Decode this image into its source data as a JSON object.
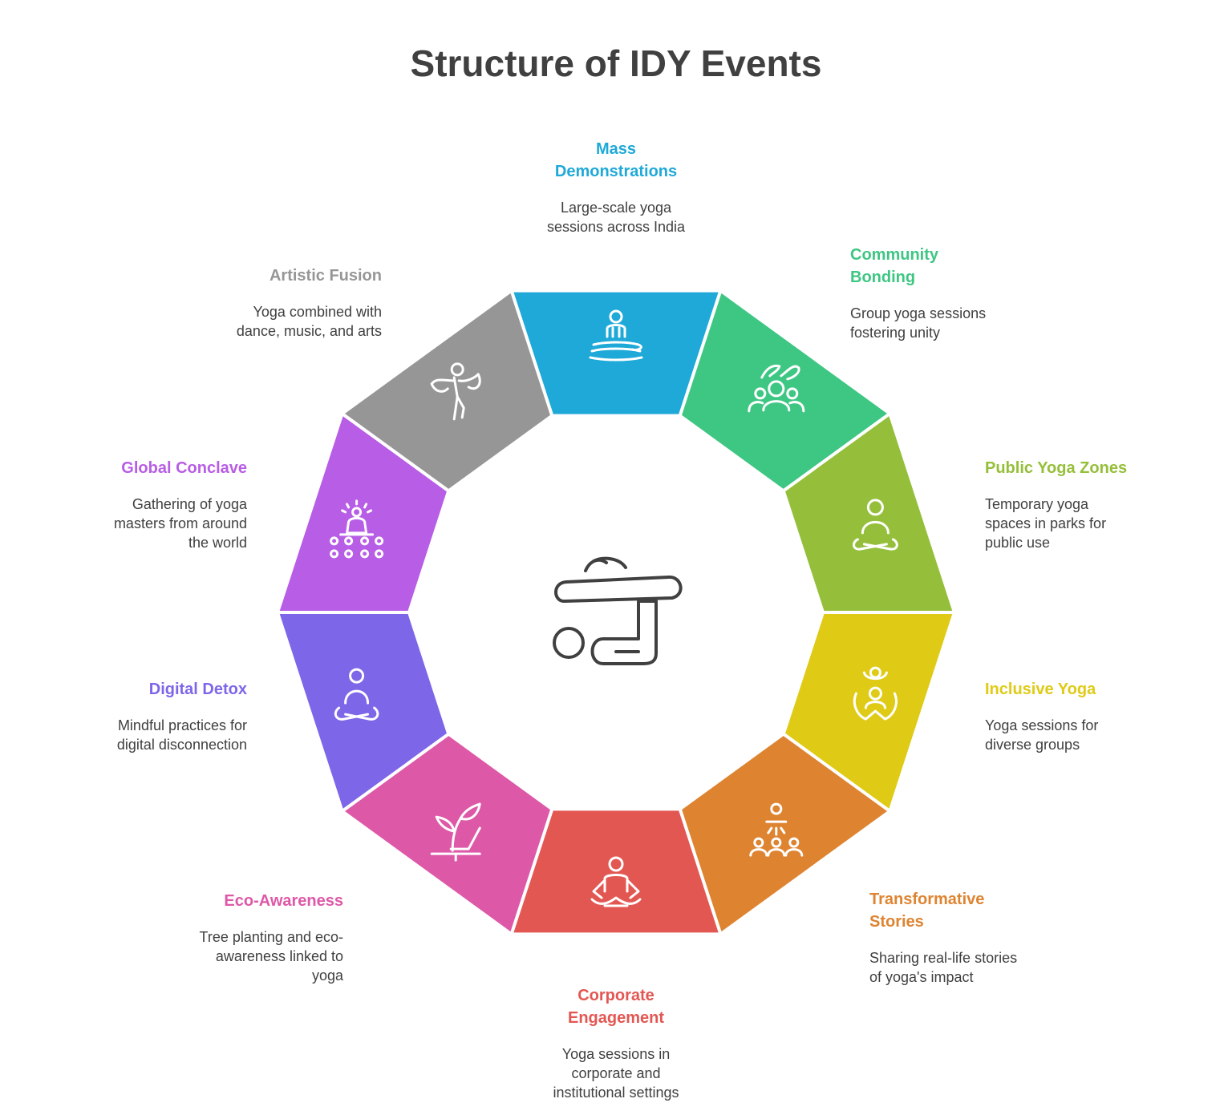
{
  "title": "Structure of IDY Events",
  "center_icon": "yoga-pose-icon",
  "segments": [
    {
      "id": "mass-demonstrations",
      "title_lines": [
        "Mass",
        "Demonstrations"
      ],
      "desc_lines": [
        "Large-scale yoga",
        "sessions across India"
      ],
      "color": "#1fa9d8",
      "icon": "meditation-waves-icon"
    },
    {
      "id": "community-bonding",
      "title_lines": [
        "Community",
        "Bonding"
      ],
      "desc_lines": [
        "Group yoga sessions",
        "fostering unity"
      ],
      "color": "#3ec683",
      "icon": "group-icon"
    },
    {
      "id": "public-yoga-zones",
      "title_lines": [
        "Public Yoga Zones"
      ],
      "desc_lines": [
        "Temporary yoga",
        "spaces in parks for",
        "public use"
      ],
      "color": "#95bf3a",
      "icon": "seated-yoga-icon"
    },
    {
      "id": "inclusive-yoga",
      "title_lines": [
        "Inclusive Yoga"
      ],
      "desc_lines": [
        "Yoga sessions for",
        "diverse groups"
      ],
      "color": "#dfcb16",
      "icon": "inclusive-yoga-icon"
    },
    {
      "id": "transformative-stories",
      "title_lines": [
        "Transformative",
        "Stories"
      ],
      "desc_lines": [
        "Sharing real-life stories",
        "of yoga's impact"
      ],
      "color": "#de8431",
      "icon": "speaker-audience-icon"
    },
    {
      "id": "corporate-engagement",
      "title_lines": [
        "Corporate",
        "Engagement"
      ],
      "desc_lines": [
        "Yoga sessions in",
        "corporate and",
        "institutional settings"
      ],
      "color": "#e35752",
      "icon": "lotus-pose-icon"
    },
    {
      "id": "eco-awareness",
      "title_lines": [
        "Eco-Awareness"
      ],
      "desc_lines": [
        "Tree planting and eco-",
        "awareness linked to",
        "yoga"
      ],
      "color": "#de58a8",
      "icon": "plant-hand-icon"
    },
    {
      "id": "digital-detox",
      "title_lines": [
        "Digital Detox"
      ],
      "desc_lines": [
        "Mindful practices for",
        "digital disconnection"
      ],
      "color": "#7e66e8",
      "icon": "meditation-icon"
    },
    {
      "id": "global-conclave",
      "title_lines": [
        "Global Conclave"
      ],
      "desc_lines": [
        "Gathering of yoga",
        "masters from around",
        "the world"
      ],
      "color": "#b85de6",
      "icon": "gathering-icon"
    },
    {
      "id": "artistic-fusion",
      "title_lines": [
        "Artistic Fusion"
      ],
      "desc_lines": [
        "Yoga combined with",
        "dance, music, and arts"
      ],
      "color": "#969696",
      "icon": "dancer-icon"
    }
  ]
}
